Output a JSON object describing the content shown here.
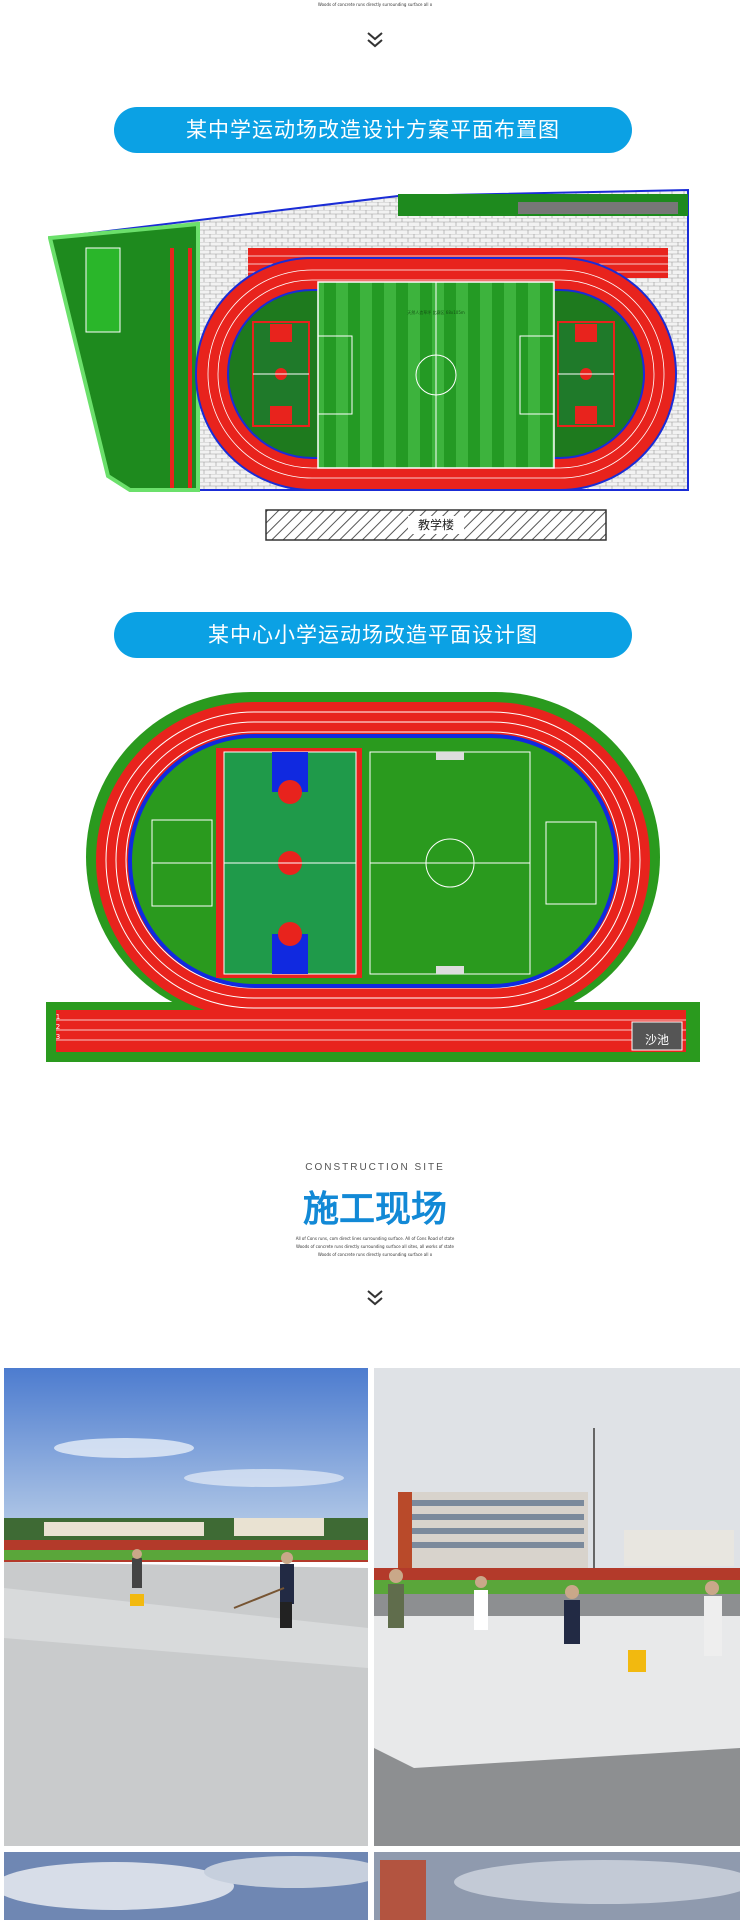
{
  "top_caption": "Woods of concrete runs directly surrounding surface all o",
  "plan1": {
    "title": "某中学运动场改造设计方案平面布置图",
    "building_label": "教学楼",
    "field_note": "天然人造草坪 比赛区 68x105m"
  },
  "plan2": {
    "title": "某中心小学运动场改造平面设计图",
    "sand_pit_label": "沙池",
    "lane_numbers": [
      "1",
      "2",
      "3"
    ]
  },
  "construction": {
    "heading_en": "CONSTRUCTION SITE",
    "heading_cn": "施工现场",
    "desc_lines": [
      "All of Cons runs, com direct lines surrounding surface. All of Cons Road of state",
      "Woods of concrete runs directly surrounding surface all sites, all works of state",
      "Woods of concrete runs directly surrounding surface all o"
    ]
  },
  "colors": {
    "accent": "#0ba1e4",
    "track": "#e8231d",
    "grass": "#1e8a1e",
    "lawn": "#2aa12a",
    "court_blue": "#1029e0",
    "heading": "#1289d6"
  },
  "icons": [
    "double-chevron-down-icon"
  ]
}
